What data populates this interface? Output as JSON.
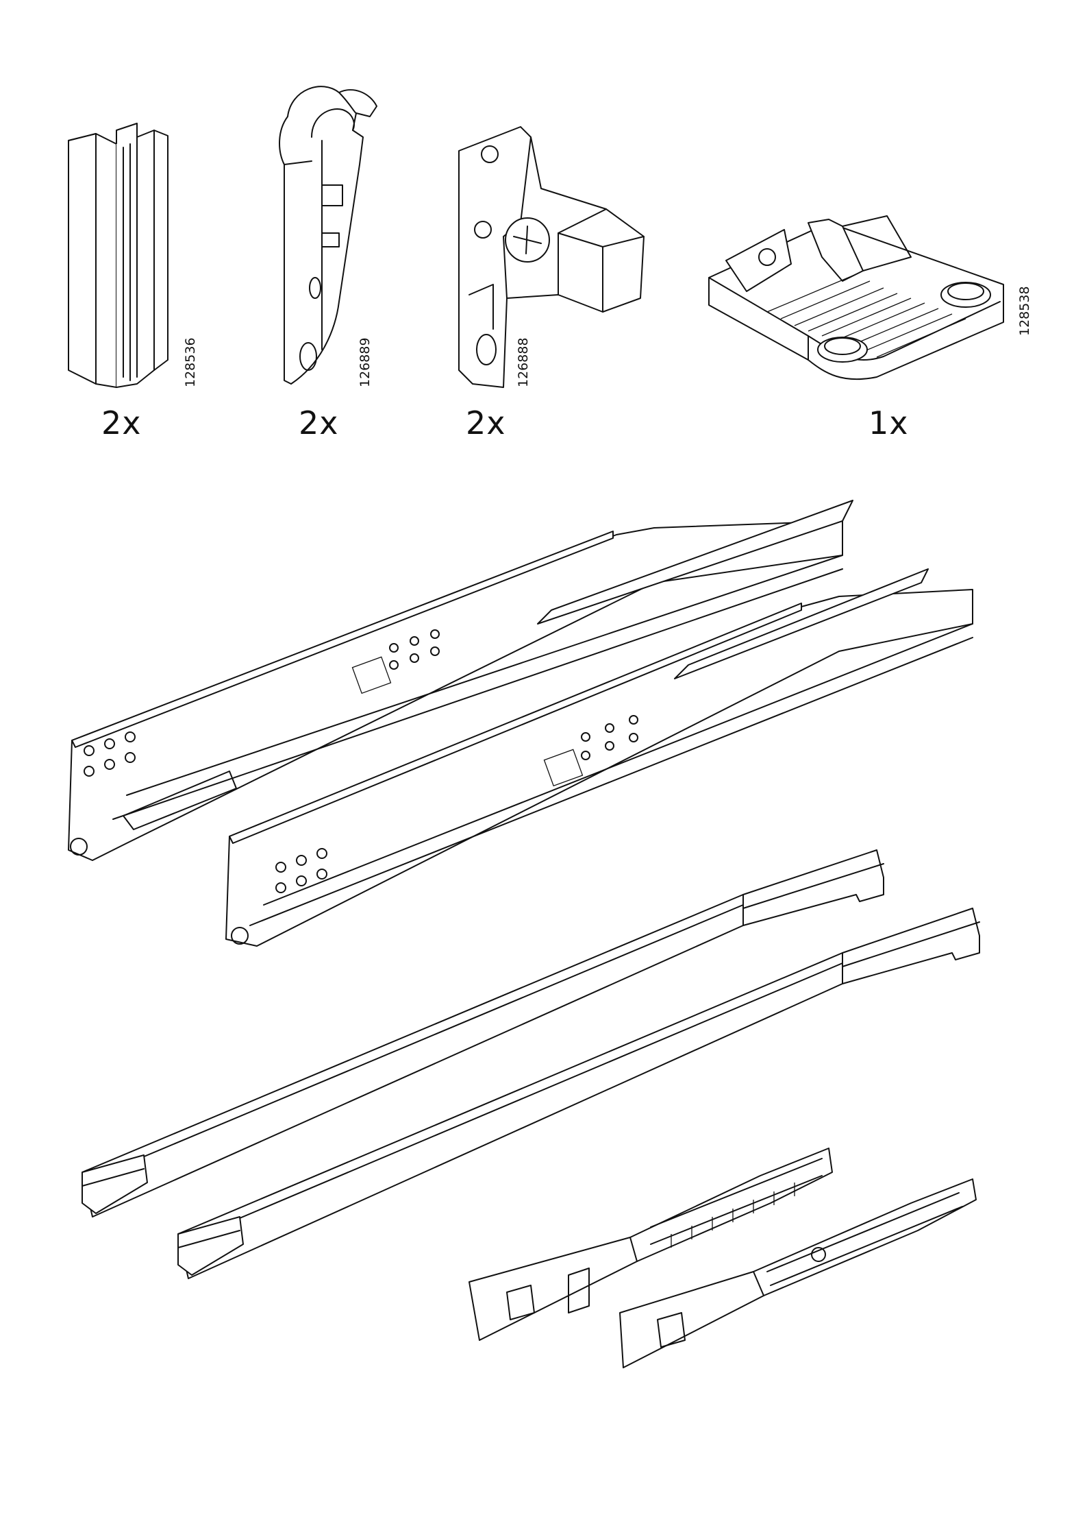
{
  "parts": [
    {
      "id": "clip-rail",
      "code": "128536",
      "quantity": "2x"
    },
    {
      "id": "clip-hook",
      "code": "126889",
      "quantity": "2x"
    },
    {
      "id": "front-bracket",
      "code": "126888",
      "quantity": "2x"
    },
    {
      "id": "slotted-plate",
      "code": "128538",
      "quantity": "1x"
    }
  ],
  "drawer_runners": [
    {
      "id": "runner-left"
    },
    {
      "id": "runner-right"
    }
  ],
  "rods": [
    {
      "id": "rod-left"
    },
    {
      "id": "rod-right"
    }
  ],
  "locking_devices": [
    {
      "id": "lock-left"
    },
    {
      "id": "lock-right"
    }
  ]
}
